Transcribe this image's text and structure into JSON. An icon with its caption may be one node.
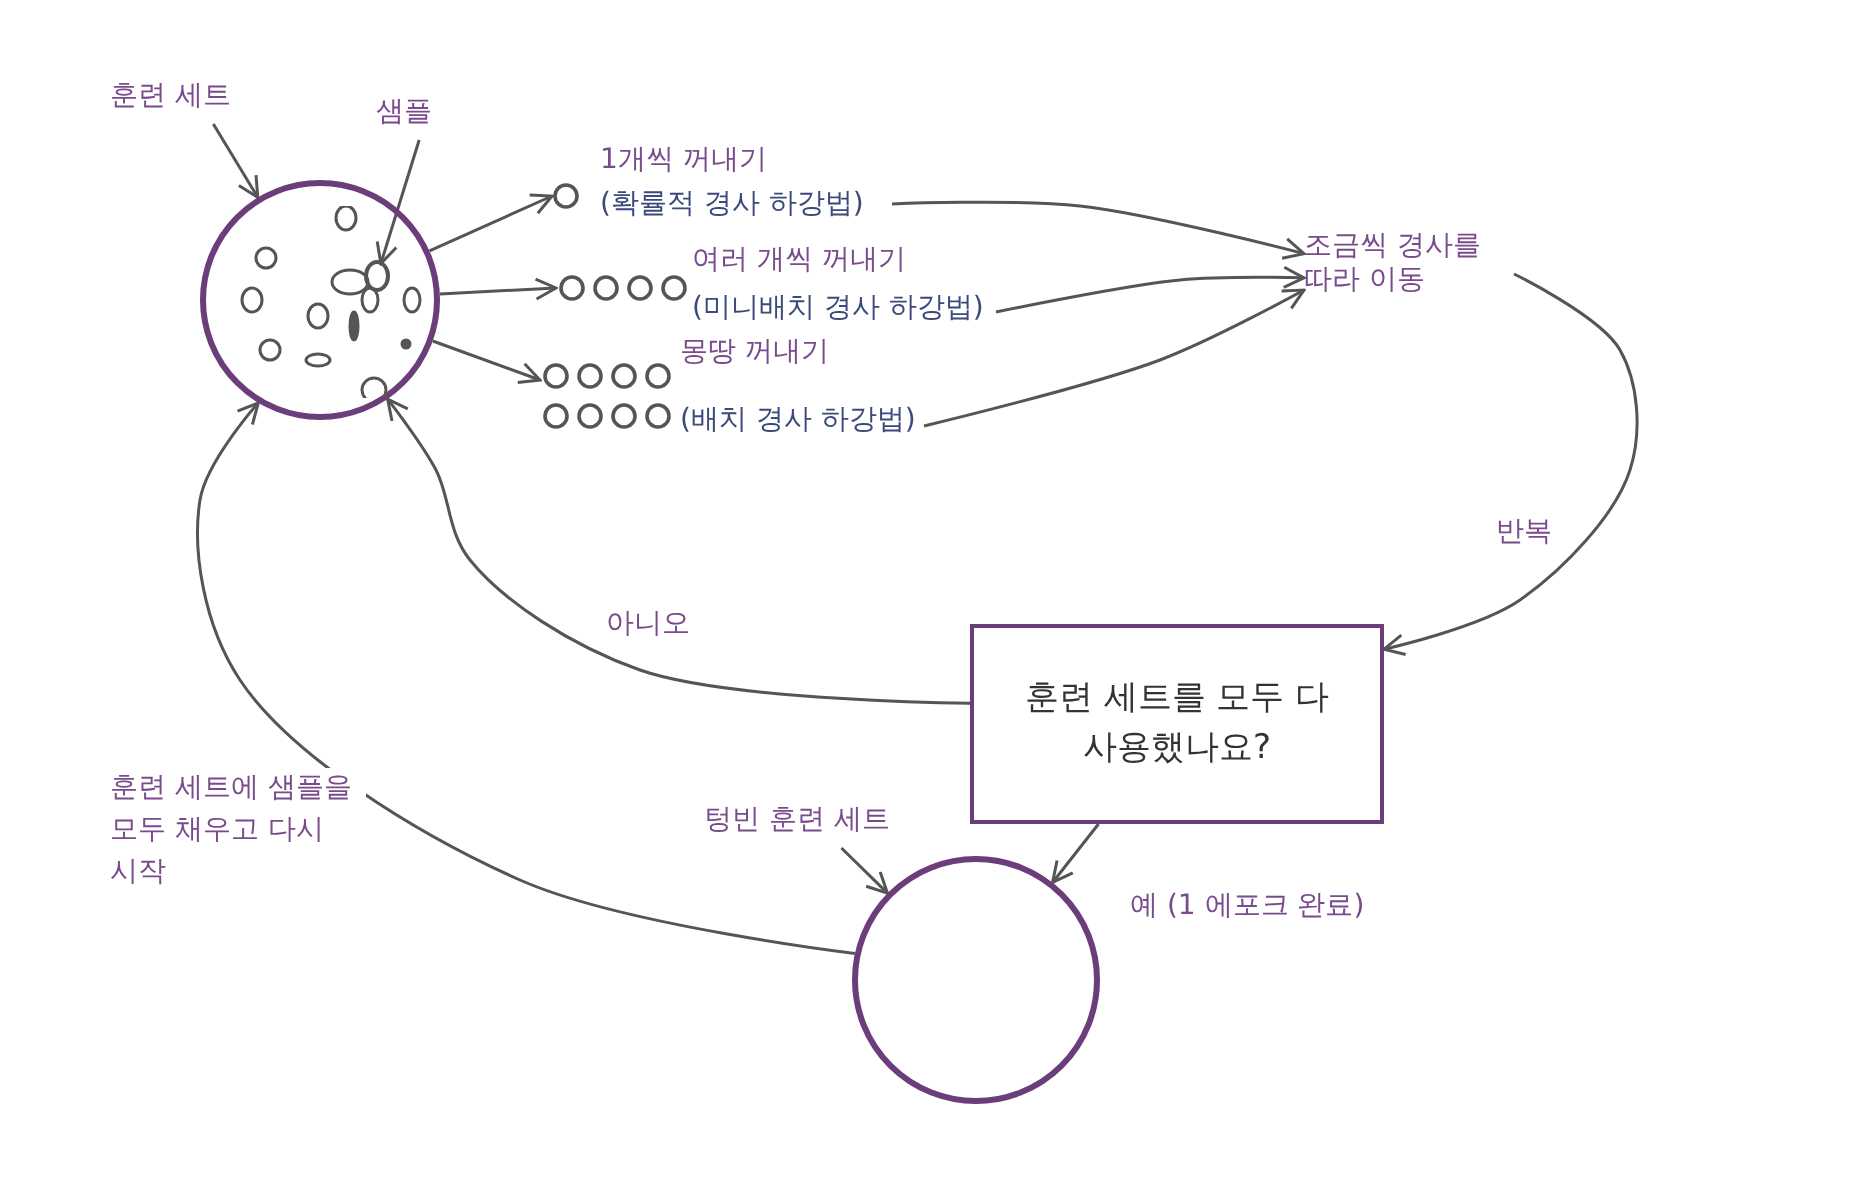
{
  "diagram": {
    "nodes": [
      {
        "text": [],
        "shape": "circle"
      },
      {
        "text": [
          "훈련 세트"
        ]
      },
      {
        "text": [
          "샘플"
        ]
      },
      {
        "text": [],
        "shape": "circle",
        "in": 0
      },
      {
        "text": [
          "1개씩 꺼내기",
          "(확률적 경사 하강법)"
        ]
      },
      {
        "text": [
          "여러 개씩 꺼내기",
          "(미니배치 경사 하강법)"
        ]
      },
      {
        "text": [
          "몽땅 꺼내기",
          "(배치 경사 하강법)"
        ]
      },
      {
        "text": [
          "조금씩 경사를 따라 이동"
        ]
      },
      {
        "text": [
          "훈련 세트를 모두 다 사용했나요?"
        ]
      },
      {
        "text": [],
        "shape": "circle"
      },
      {
        "text": [
          "텅빈 훈련 세트"
        ]
      }
    ],
    "edges": [
      {
        "from": 1,
        "to": 0,
        "arrow": "to"
      },
      {
        "from": 2,
        "to": 3,
        "arrow": "to"
      },
      {
        "from": 0,
        "to": 4,
        "arrow": "to"
      },
      {
        "from": 0,
        "to": 5,
        "arrow": "to"
      },
      {
        "from": 0,
        "to": 6,
        "arrow": "to"
      },
      {
        "from": 4,
        "to": 7,
        "arrow": "to"
      },
      {
        "from": 5,
        "to": 7,
        "arrow": "to"
      },
      {
        "from": 6,
        "to": 7,
        "arrow": "to"
      },
      {
        "from": 7,
        "to": 8,
        "arrow": "to",
        "label": "반복"
      },
      {
        "from": 8,
        "to": 0,
        "arrow": "to",
        "label": "아니오"
      },
      {
        "from": 8,
        "to": 9,
        "arrow": "to",
        "label": "예 (1 에포크 완료)"
      },
      {
        "from": 9,
        "to": 0,
        "arrow": "to",
        "label": "훈련 세트에 샘플을 모두 채우고 다시 시작"
      },
      {
        "from": 10,
        "to": 9,
        "arrow": "to"
      }
    ]
  }
}
